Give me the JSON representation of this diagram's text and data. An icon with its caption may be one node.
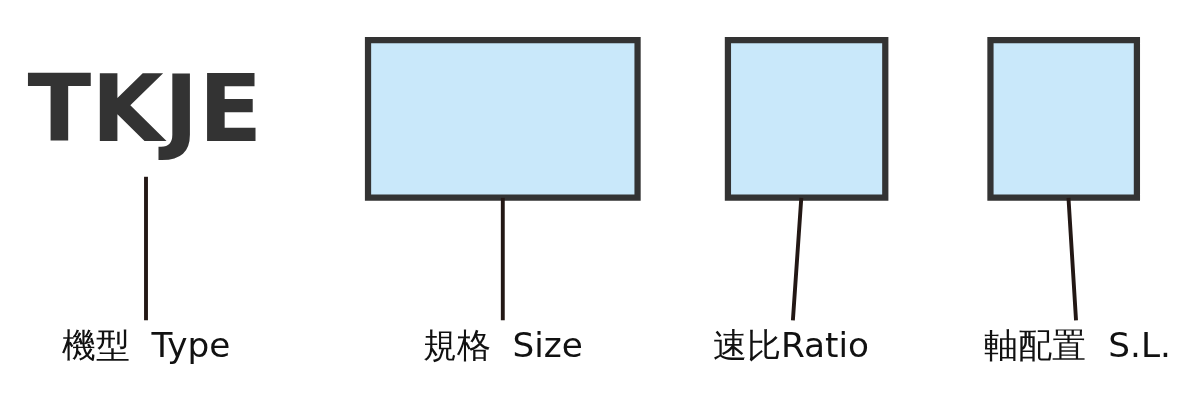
{
  "diagram": {
    "nodes": [
      {
        "text": [
          "TKJE"
        ]
      },
      {
        "text": [],
        "shape": "box"
      },
      {
        "text": [],
        "shape": "box"
      },
      {
        "text": [],
        "shape": "box"
      },
      {
        "text": [
          "機型  Type"
        ]
      },
      {
        "text": [
          "規格  Size"
        ]
      },
      {
        "text": [
          "速比Ratio"
        ]
      },
      {
        "text": [
          "軸配置  S.L."
        ]
      }
    ],
    "edges": [
      {
        "from": 4,
        "to": 0,
        "arrow": "none"
      },
      {
        "from": 5,
        "to": 1,
        "arrow": "none"
      },
      {
        "from": 6,
        "to": 2,
        "arrow": "none"
      },
      {
        "from": 7,
        "to": 3,
        "arrow": "none"
      }
    ]
  }
}
